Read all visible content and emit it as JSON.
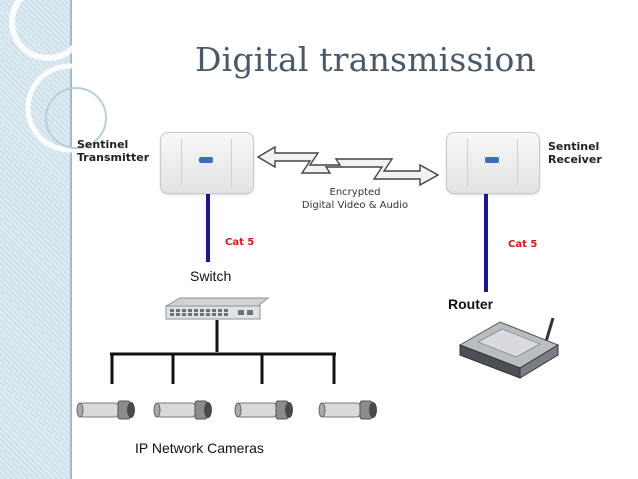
{
  "slide": {
    "title": "Digital transmission"
  },
  "diagram": {
    "transmitter_label_line1": "Sentinel",
    "transmitter_label_line2": "Transmitter",
    "receiver_label_line1": "Sentinel",
    "receiver_label_line2": "Receiver",
    "link_label_line1": "Encrypted",
    "link_label_line2": "Digital Video & Audio",
    "left_cable_label": "Cat 5",
    "right_cable_label": "Cat 5",
    "switch_label": "Switch",
    "router_label": "Router",
    "cameras_label": "IP Network Cameras"
  },
  "colors": {
    "accent_blue": "#1a1a8c",
    "cable_red_text": "#cc1b1b",
    "title_gray": "#4a5968",
    "sidebar_bg": "#dbe9f1"
  }
}
